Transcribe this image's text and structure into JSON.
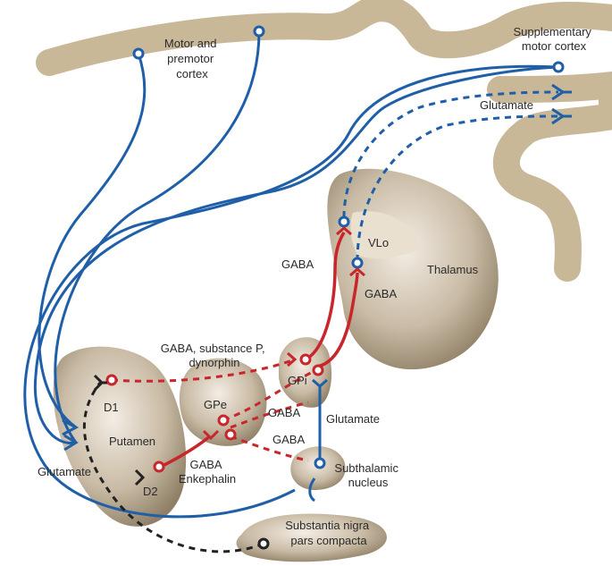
{
  "labels": {
    "motor_cortex": [
      "Motor and",
      "premotor",
      "cortex"
    ],
    "sma": [
      "Supplementary",
      "motor cortex"
    ],
    "glutamate_top": "Glutamate",
    "vlo": "VLo",
    "thalamus": "Thalamus",
    "gaba_left": "GABA",
    "gaba_right": "GABA",
    "gaba_subp": [
      "GABA, substance P,",
      "dynorphin"
    ],
    "gpi": "GPi",
    "gpe": "GPe",
    "d1": "D1",
    "gaba_mid1": "GABA",
    "gaba_mid2": "GABA",
    "glutamate_mid": "Glutamate",
    "putamen": "Putamen",
    "glutamate_left": "Glutamate",
    "gaba_enk": [
      "GABA",
      "Enkephalin"
    ],
    "d2": "D2",
    "stn": [
      "Subthalamic",
      "nucleus"
    ],
    "snpc": [
      "Substantia nigra",
      "pars compacta"
    ]
  },
  "colors": {
    "cortex": "#c8b898",
    "nucleus": "#b9aa91",
    "glutamate_pathway": "#1f5fa8",
    "gaba_pathway": "#c8262b",
    "dopamine_pathway": "#222222"
  }
}
